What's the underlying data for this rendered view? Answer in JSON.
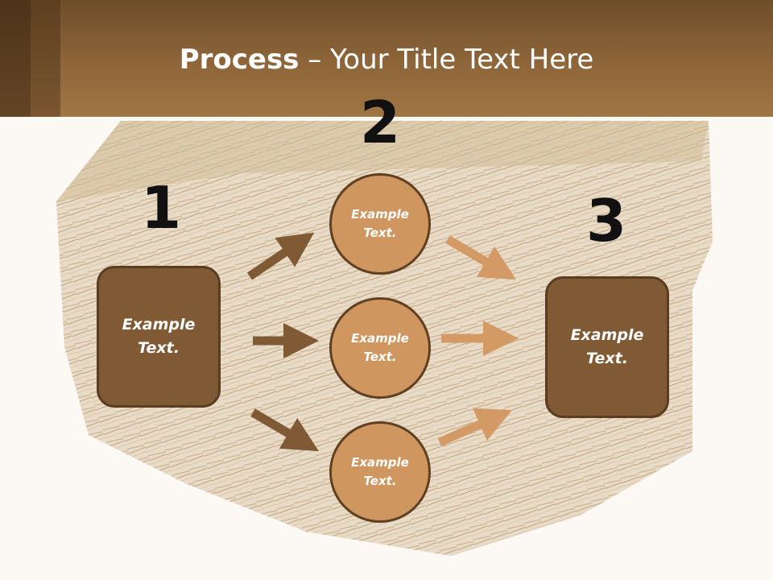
{
  "title": {
    "bold": "Process",
    "rest": " – Your Title Text Here"
  },
  "steps": {
    "one": "1",
    "two": "2",
    "three": "3"
  },
  "left_box": {
    "text": "Example\nText."
  },
  "right_box": {
    "text": "Example\nText."
  },
  "circles": [
    {
      "text": "Example\nText."
    },
    {
      "text": "Example\nText."
    },
    {
      "text": "Example\nText."
    }
  ],
  "colors": {
    "header": "#8e663a",
    "box_fill": "#7f5a34",
    "circle_fill": "#cf9660",
    "arrow_dark": "#7f5a34",
    "arrow_light": "#d39a66"
  }
}
